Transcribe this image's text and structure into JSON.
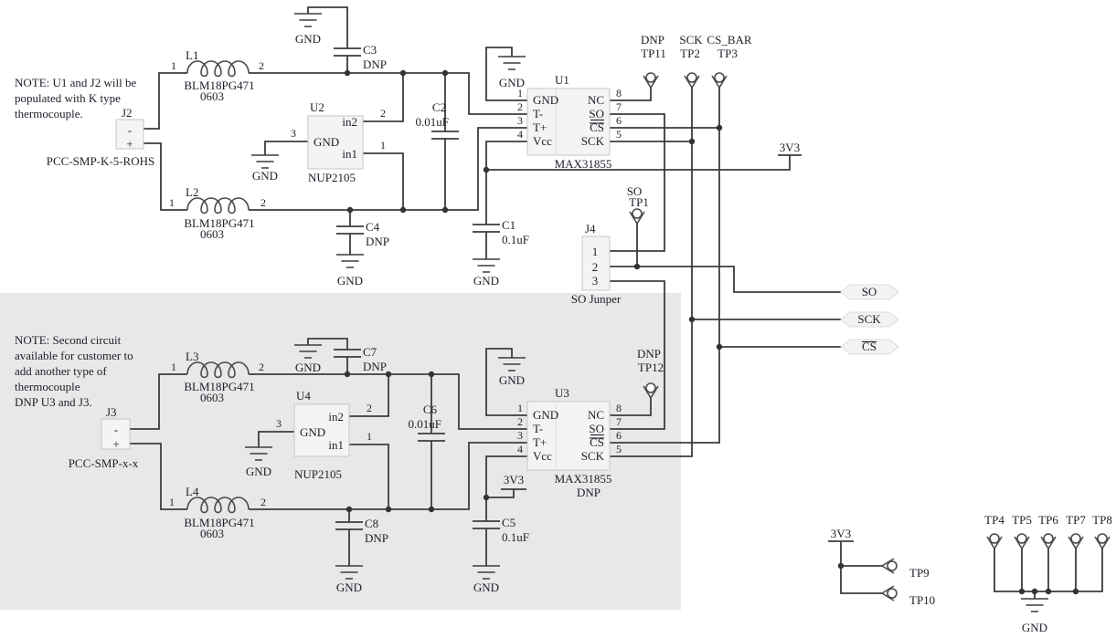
{
  "notes": {
    "top": [
      "NOTE:  U1 and J2 will be",
      "populated with K type",
      "thermocouple."
    ],
    "bottom": [
      "NOTE:  Second circuit",
      "available for customer to",
      "add another type of",
      "thermocouple",
      "DNP U3 and J3."
    ]
  },
  "labels": {
    "gnd": "GND",
    "v33": "3V3"
  },
  "connectors": {
    "j2": {
      "ref": "J2",
      "neg": "-",
      "pos": "+",
      "part": "PCC-SMP-K-5-ROHS"
    },
    "j3": {
      "ref": "J3",
      "neg": "-",
      "pos": "+",
      "part": "PCC-SMP-x-x"
    },
    "j4": {
      "ref": "J4",
      "pin1": "1",
      "pin2": "2",
      "pin3": "3",
      "part": "SO Junper"
    }
  },
  "inductors": {
    "l1": {
      "ref": "L1",
      "p1": "1",
      "p2": "2",
      "value": "BLM18PG471",
      "footprint": "0603"
    },
    "l2": {
      "ref": "L2",
      "p1": "1",
      "p2": "2",
      "value": "BLM18PG471",
      "footprint": "0603"
    },
    "l3": {
      "ref": "L3",
      "p1": "1",
      "p2": "2",
      "value": "BLM18PG471",
      "footprint": "0603"
    },
    "l4": {
      "ref": "L4",
      "p1": "1",
      "p2": "2",
      "value": "BLM18PG471",
      "footprint": "0603"
    }
  },
  "capacitors": {
    "c1": {
      "ref": "C1",
      "value": "0.1uF"
    },
    "c2": {
      "ref": "C2",
      "value": "0.01uF"
    },
    "c3": {
      "ref": "C3",
      "value": "DNP"
    },
    "c4": {
      "ref": "C4",
      "value": "DNP"
    },
    "c5": {
      "ref": "C5",
      "value": "0.1uF"
    },
    "c6": {
      "ref": "C6",
      "value": "0.01uF"
    },
    "c7": {
      "ref": "C7",
      "value": "DNP"
    },
    "c8": {
      "ref": "C8",
      "value": "DNP"
    }
  },
  "ics": {
    "u1": {
      "ref": "U1",
      "part": "MAX31855",
      "gnd": "GND",
      "tminus": "T-",
      "tplus": "T+",
      "vcc": "Vcc",
      "nc": "NC",
      "so": "SO",
      "cs": "CS",
      "sck": "SCK",
      "pin1": "1",
      "pin2": "2",
      "pin3": "3",
      "pin4": "4",
      "pin5": "5",
      "pin6": "6",
      "pin7": "7",
      "pin8": "8"
    },
    "u3": {
      "ref": "U3",
      "part": "MAX31855",
      "note": "DNP",
      "gnd": "GND",
      "tminus": "T-",
      "tplus": "T+",
      "vcc": "Vcc",
      "nc": "NC",
      "so": "SO",
      "cs": "CS",
      "sck": "SCK",
      "pin1": "1",
      "pin2": "2",
      "pin3": "3",
      "pin4": "4",
      "pin5": "5",
      "pin6": "6",
      "pin7": "7",
      "pin8": "8"
    },
    "u2": {
      "ref": "U2",
      "part": "NUP2105",
      "in1": "in1",
      "in2": "in2",
      "gnd": "GND",
      "n1": "1",
      "n2": "2",
      "n3": "3"
    },
    "u4": {
      "ref": "U4",
      "part": "NUP2105",
      "in1": "in1",
      "in2": "in2",
      "gnd": "GND",
      "n1": "1",
      "n2": "2",
      "n3": "3"
    }
  },
  "test_points": {
    "tp1": {
      "ref": "TP1",
      "net": "SO"
    },
    "tp2": {
      "ref": "TP2",
      "net": "SCK"
    },
    "tp3": {
      "ref": "TP3",
      "net": "CS_BAR"
    },
    "tp4": {
      "ref": "TP4"
    },
    "tp5": {
      "ref": "TP5"
    },
    "tp6": {
      "ref": "TP6"
    },
    "tp7": {
      "ref": "TP7"
    },
    "tp8": {
      "ref": "TP8"
    },
    "tp9": {
      "ref": "TP9"
    },
    "tp10": {
      "ref": "TP10"
    },
    "tp11": {
      "ref": "TP11",
      "net": "DNP"
    },
    "tp12": {
      "ref": "TP12",
      "net": "DNP"
    }
  },
  "net_flags": {
    "so": "SO",
    "sck": "SCK",
    "cs": "CS"
  },
  "colors": {
    "wire": "#3c3c3c",
    "text": "#1e1e2a",
    "shade": "#e8e8e8",
    "box_fill": "#f4f4f4"
  }
}
